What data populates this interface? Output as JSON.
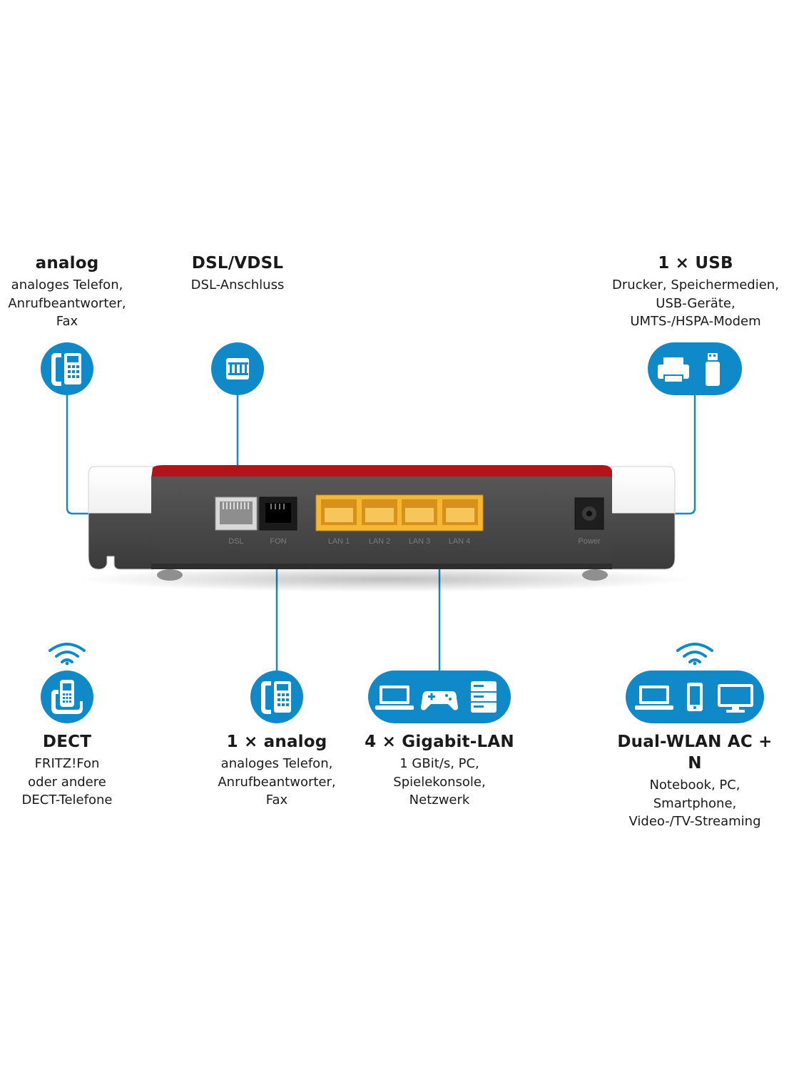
{
  "colors": {
    "accent_blue": "#1089c9",
    "router_red": "#b3141a",
    "router_body": "#4e4e4e",
    "lan_port": "#f6b732"
  },
  "callouts": {
    "analog_top": {
      "title": "analog",
      "lines": [
        "analoges Telefon,",
        "Anrufbeantworter,",
        "Fax"
      ],
      "icon": "desk-phone-icon"
    },
    "dsl": {
      "title": "DSL/VDSL",
      "lines": [
        "DSL-Anschluss"
      ],
      "icon": "dsl-splitter-icon"
    },
    "usb": {
      "title": "1 × USB",
      "lines": [
        "Drucker, Speichermedien,",
        "USB-Geräte,",
        "UMTS-/HSPA-Modem"
      ],
      "icons": [
        "printer-icon",
        "usb-stick-icon"
      ]
    },
    "dect": {
      "title": "DECT",
      "lines": [
        "FRITZ!Fon",
        "oder andere",
        "DECT-Telefone"
      ],
      "icons": [
        "wifi-icon",
        "cordless-phone-icon"
      ]
    },
    "analog_bottom": {
      "title": "1 × analog",
      "lines": [
        "analoges Telefon,",
        "Anrufbeantworter,",
        "Fax"
      ],
      "icon": "desk-phone-icon"
    },
    "lan": {
      "title": "4 × Gigabit-LAN",
      "lines": [
        "1 GBit/s, PC,",
        "Spielekonsole,",
        "Netzwerk"
      ],
      "icons": [
        "laptop-icon",
        "gamepad-icon",
        "server-icon"
      ]
    },
    "wlan": {
      "title": "Dual-WLAN AC + N",
      "lines": [
        "Notebook, PC,",
        "Smartphone,",
        "Video-/TV-Streaming"
      ],
      "icons": [
        "wifi-icon",
        "laptop-icon",
        "smartphone-icon",
        "monitor-icon"
      ]
    }
  },
  "router": {
    "port_labels": [
      "DSL",
      "FON",
      "LAN 1",
      "LAN 2",
      "LAN 3",
      "LAN 4",
      "Power"
    ]
  }
}
